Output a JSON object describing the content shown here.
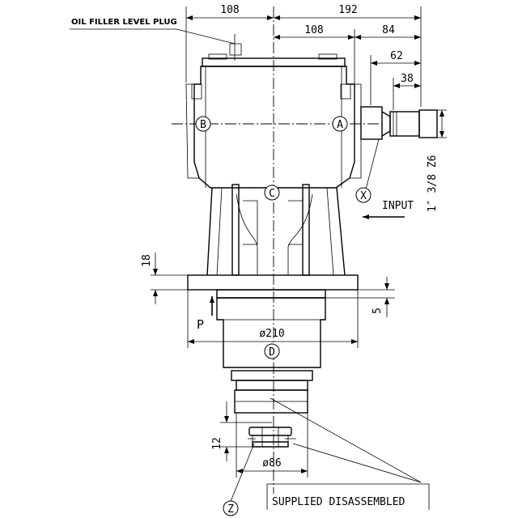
{
  "labels": {
    "oil_plug": "OIL FILLER LEVEL PLUG",
    "input": "INPUT",
    "p": "P",
    "supplied": "SUPPLIED DISASSEMBLED"
  },
  "dimensions": {
    "d108_top": "108",
    "d192": "192",
    "d108_mid": "108",
    "d84": "84",
    "d62": "62",
    "d38": "38",
    "d_shaft": "1″ 3/8 Z6",
    "d18": "18",
    "d5": "5",
    "d210": "ø210",
    "d12": "12",
    "d86": "ø86"
  },
  "bubbles": {
    "a": "A",
    "b": "B",
    "c": "C",
    "d": "D",
    "x": "X",
    "z": "Z"
  }
}
